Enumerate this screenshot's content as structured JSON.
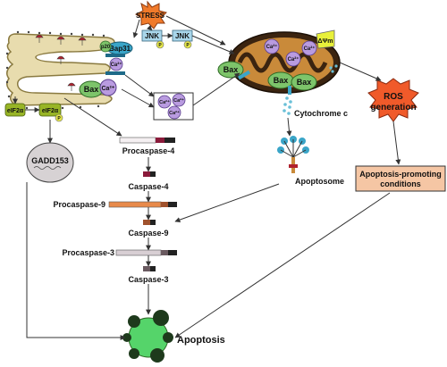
{
  "labels": {
    "stress": "STRESS",
    "jnk_left": "JNK",
    "jnk_right": "JNK",
    "p_jnk_left": "P",
    "p_jnk_right": "P",
    "p_eif2a": "P",
    "bap31": "Bap31",
    "p20": "p20",
    "bax_er": "Bax",
    "ca_er_1": "Ca²⁺",
    "ca_er_2": "Ca²⁺",
    "eif2a_left": "eIF2α",
    "eif2a_right": "eIF2α",
    "gadd153": "GADD153",
    "ca_box_1": "Ca²⁺",
    "ca_box_2": "Ca²⁺",
    "ca_box_3": "Ca²⁺",
    "bax_mito_left": "Bax",
    "bax_mito_bottom1": "Bax",
    "bax_mito_bottom2": "Bax",
    "ca_mito_1": "Ca²⁺",
    "ca_mito_2": "Ca²⁺",
    "ca_mito_3": "Ca²⁺",
    "delta_psi": "ΔΨm",
    "cytochrome_c": "Cytochrome c",
    "ros_line1": "ROS",
    "ros_line2": "generation",
    "apoptosome": "Apoptosome",
    "apoptosis_conditions_line1": "Apoptosis-promoting",
    "apoptosis_conditions_line2": "conditions",
    "procaspase4": "Procaspase-4",
    "caspase4": "Caspase-4",
    "procaspase9": "Procaspase-9",
    "caspase9": "Caspase-9",
    "procaspase3": "Procaspase-3",
    "caspase3": "Caspase-3",
    "apoptosis": "Apoptosis"
  },
  "colors": {
    "er": "#e8dcae",
    "er_stroke": "#8a7a40",
    "stress": "#f07a2a",
    "jnk": "#a9d6ea",
    "phospho": "#e6e84a",
    "bap31": "#3aa5c8",
    "bax": "#7dc46a",
    "calcium": "#b99be0",
    "mito_outer": "#3b2410",
    "mito_inner": "#c98a3a",
    "ros": "#f05a2a",
    "conditions": "#f5c6a4",
    "eif2a": "#98b526",
    "gadd153": "#d7d2d4",
    "apoptosis_cell": "#55d46a",
    "apoptosis_bleb": "#1e3a1c"
  }
}
